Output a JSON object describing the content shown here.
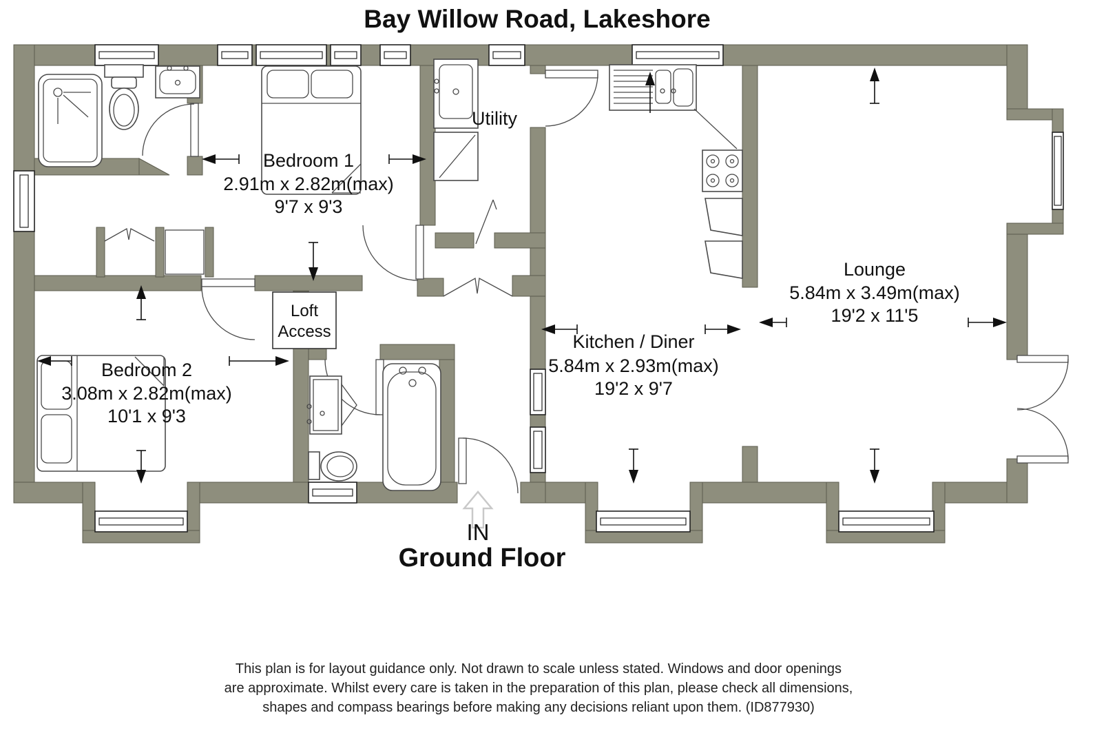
{
  "title": "Bay Willow Road, Lakeshore",
  "floor": {
    "label": "Ground Floor",
    "entrance_label": "IN"
  },
  "rooms": {
    "bedroom1": {
      "name": "Bedroom 1",
      "size_metric": "2.91m x 2.82m(max)",
      "size_imperial": "9'7 x 9'3"
    },
    "bedroom2": {
      "name": "Bedroom 2",
      "size_metric": "3.08m x 2.82m(max)",
      "size_imperial": "10'1 x 9'3"
    },
    "kitchen_diner": {
      "name": "Kitchen / Diner",
      "size_metric": "5.84m x 2.93m(max)",
      "size_imperial": "19'2 x 9'7"
    },
    "lounge": {
      "name": "Lounge",
      "size_metric": "5.84m x 3.49m(max)",
      "size_imperial": "19'2 x 11'5"
    },
    "utility": {
      "name": "Utility"
    },
    "loft_access": {
      "line1": "Loft",
      "line2": "Access"
    }
  },
  "colors": {
    "wall": "#8e8e7d",
    "outline": "#5b5b4d",
    "dimension": "#111111",
    "entrance_arrow": "#c9c9c9"
  },
  "disclaimer": {
    "line1": "This plan is for layout guidance only. Not drawn to scale unless stated. Windows and door openings",
    "line2": "are approximate. Whilst every care is taken in the preparation of this plan, please check all dimensions,",
    "line3": "shapes and compass bearings before making any decisions reliant upon them. (ID877930)"
  }
}
